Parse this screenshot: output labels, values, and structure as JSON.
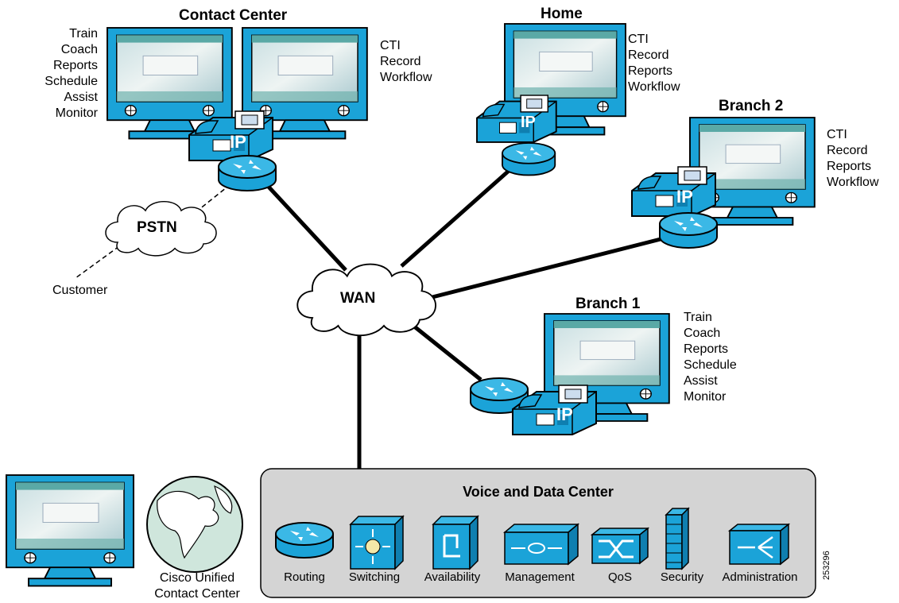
{
  "sites": {
    "contact_center": {
      "title": "Contact Center",
      "functions_left": [
        "Train",
        "Coach",
        "Reports",
        "Schedule",
        "Assist",
        "Monitor"
      ],
      "functions_right": [
        "CTI",
        "Record",
        "Workflow"
      ]
    },
    "home": {
      "title": "Home",
      "functions": [
        "CTI",
        "Record",
        "Reports",
        "Workflow"
      ]
    },
    "branch2": {
      "title": "Branch 2",
      "functions": [
        "CTI",
        "Record",
        "Reports",
        "Workflow"
      ]
    },
    "branch1": {
      "title": "Branch 1",
      "functions": [
        "Train",
        "Coach",
        "Reports",
        "Schedule",
        "Assist",
        "Monitor"
      ]
    }
  },
  "clouds": {
    "pstn": "PSTN",
    "wan": "WAN"
  },
  "customer": "Customer",
  "phone_label": "IP",
  "ucc": {
    "line1": "Cisco Unified",
    "line2": "Contact Center"
  },
  "data_center": {
    "title": "Voice and Data Center",
    "services": [
      "Routing",
      "Switching",
      "Availability",
      "Management",
      "QoS",
      "Security",
      "Administration"
    ]
  },
  "figure_number": "253296",
  "colors": {
    "device_cyan": "#1ba3d8",
    "device_dark": "#0f7fb0",
    "screen": "#dbe9ea",
    "dc_box": "#d4d4d4"
  }
}
